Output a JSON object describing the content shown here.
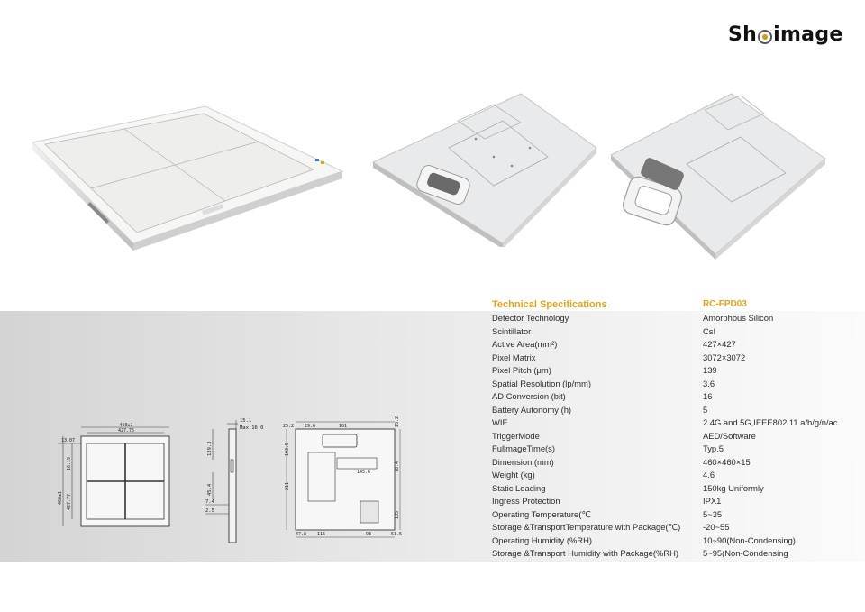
{
  "brand": {
    "logo_left": "Sh",
    "logo_right": "image"
  },
  "specs": {
    "header": "Technical Specifications",
    "model": "RC-FPD03",
    "rows": [
      {
        "label": "Detector Technology",
        "value": "Amorphous Silicon"
      },
      {
        "label": "Scintillator",
        "value": "CsI"
      },
      {
        "label": "Active Area(mm²)",
        "value": "427×427"
      },
      {
        "label": "Pixel Matrix",
        "value": "3072×3072"
      },
      {
        "label": "Pixel Pitch (μm)",
        "value": "139"
      },
      {
        "label": "Spatial Resolution (lp/mm)",
        "value": "3.6"
      },
      {
        "label": "AD Conversion (bit)",
        "value": "16"
      },
      {
        "label": "Battery Autonomy (h)",
        "value": "5"
      },
      {
        "label": "WIF",
        "value": "2.4G and 5G,IEEE802.11 a/b/g/n/ac"
      },
      {
        "label": "TriggerMode",
        "value": "AED/Software"
      },
      {
        "label": "FullmageTime(s)",
        "value": "Typ.5"
      },
      {
        "label": "Dimension (mm)",
        "value": "460×460×15"
      },
      {
        "label": "Weight (kg)",
        "value": "4.6"
      },
      {
        "label": "Static Loading",
        "value": "150kg Uniformly"
      },
      {
        "label": "Ingress Protection",
        "value": "IPX1"
      },
      {
        "label": "Operating Temperature(℃",
        "value": "5~35"
      },
      {
        "label": "Storage &TransportTemperature with Package(℃)",
        "value": "-20~55"
      },
      {
        "label": "Operating Humidity (%RH)",
        "value": "10~90(Non-Condensing)"
      },
      {
        "label": "Storage &Transport Humidity with Package(%RH)",
        "value": "5~95(Non-Condensing"
      }
    ]
  },
  "drawings": {
    "front": {
      "overall_width": "460±1",
      "active_width": "427.75",
      "left_offset": "13.07",
      "top_offset": "16.19",
      "overall_height": "460±1",
      "active_height": "427.77"
    },
    "side": {
      "thickness": "15.1",
      "thickness_max": "Max 16.0",
      "dim_a": "139.3",
      "dim_b": "45.4",
      "dim_c": "7.4",
      "dim_d": "2.5"
    },
    "back": {
      "top_a": "25.2",
      "top_b": "29.6",
      "top_c": "161",
      "right_a": "25.2",
      "left_a": "103.5",
      "mid_a": "145.6",
      "right_b": "78.4",
      "left_b": "211",
      "right_c": "105",
      "bottom_a": "47.8",
      "bottom_b": "116",
      "bottom_c": "93",
      "bottom_d": "51.5"
    }
  }
}
